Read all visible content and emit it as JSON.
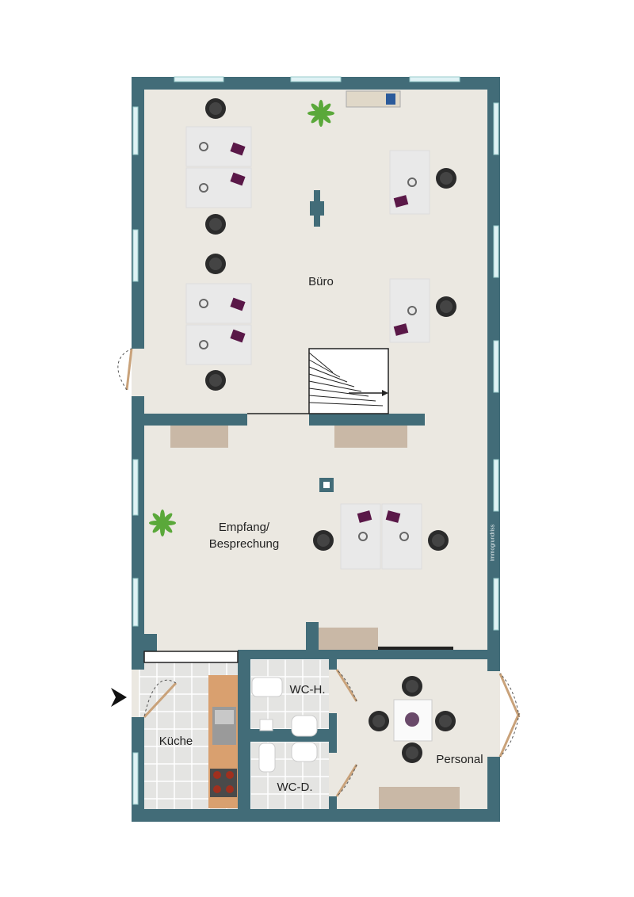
{
  "plan": {
    "rooms": [
      {
        "id": "buero",
        "label": "Büro"
      },
      {
        "id": "empfang",
        "label_line1": "Empfang/",
        "label_line2": "Besprechung"
      },
      {
        "id": "kueche",
        "label": "Küche"
      },
      {
        "id": "wc_h",
        "label": "WC-H."
      },
      {
        "id": "wc_d",
        "label": "WC-D."
      },
      {
        "id": "personal",
        "label": "Personal"
      }
    ],
    "watermark": "Immogrundriss",
    "colors": {
      "wall": "#426c78",
      "floor": "#ebe8e1",
      "tile": "#e4e4e2",
      "desk": "#e9e9e9",
      "folder": "#5a1848",
      "counter": "#d9a06f",
      "cabinet": "#c9b8a6"
    }
  }
}
